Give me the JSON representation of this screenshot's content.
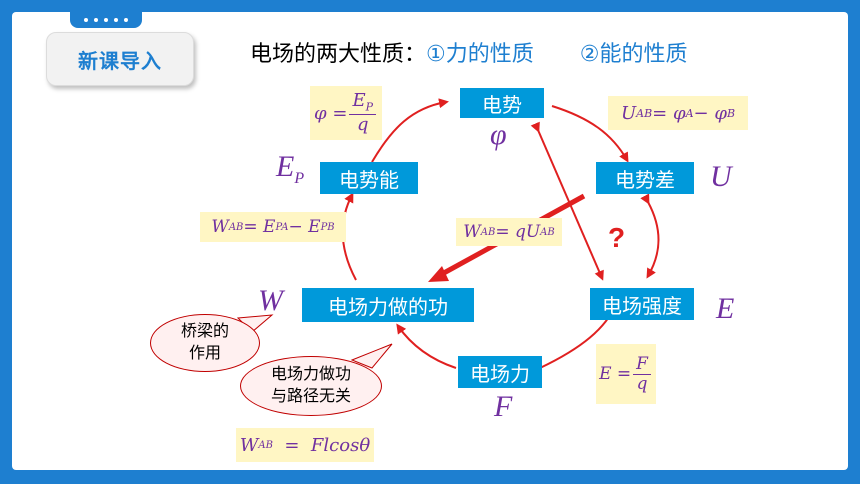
{
  "badge": {
    "label": "新课导入"
  },
  "title": {
    "main": "电场的两大性质：",
    "part1": "①力的性质",
    "part2": "②能的性质"
  },
  "nodes": {
    "potential": "电势",
    "potential_energy": "电势能",
    "potential_difference": "电势差",
    "field_work": "电场力做的功",
    "field_strength": "电场强度",
    "field_force": "电场力"
  },
  "symbols": {
    "phi": "φ",
    "ep": "E",
    "ep_sub": "P",
    "u": "U",
    "w": "W",
    "e": "E",
    "f": "F"
  },
  "formulas": {
    "phi_lhs": "φ =",
    "phi_num": "E",
    "phi_num_sub": "P",
    "phi_den": "q",
    "uab": "U",
    "uab_sub": "AB",
    "uab_eq": " = φ",
    "uab_a": "A",
    "uab_minus": " − φ",
    "uab_b": "B",
    "wab1": "W",
    "wab1_sub": "AB",
    "wab1_eq": " = E",
    "wab1_pa": "PA",
    "wab1_minus": " − E",
    "wab1_pb": "PB",
    "wab2": "W",
    "wab2_sub": "AB",
    "wab2_eq": " = qU",
    "wab2_sub2": "AB",
    "e_lhs": "E =",
    "e_num": "F",
    "e_den": "q",
    "wab3": "W",
    "wab3_sub": "AB",
    "wab3_eq": "  =  Flcos",
    "wab3_theta": "θ"
  },
  "question_mark": "?",
  "bubbles": {
    "bridge_line1": "桥梁的",
    "bridge_line2": "作用",
    "path_line1": "电场力做功",
    "path_line2": "与路径无关"
  },
  "colors": {
    "frame": "#1E7FD0",
    "node_bg": "#0099DA",
    "formula_bg": "#FFF6C4",
    "formula_text": "#7030A0",
    "arrow": "#E02020"
  }
}
